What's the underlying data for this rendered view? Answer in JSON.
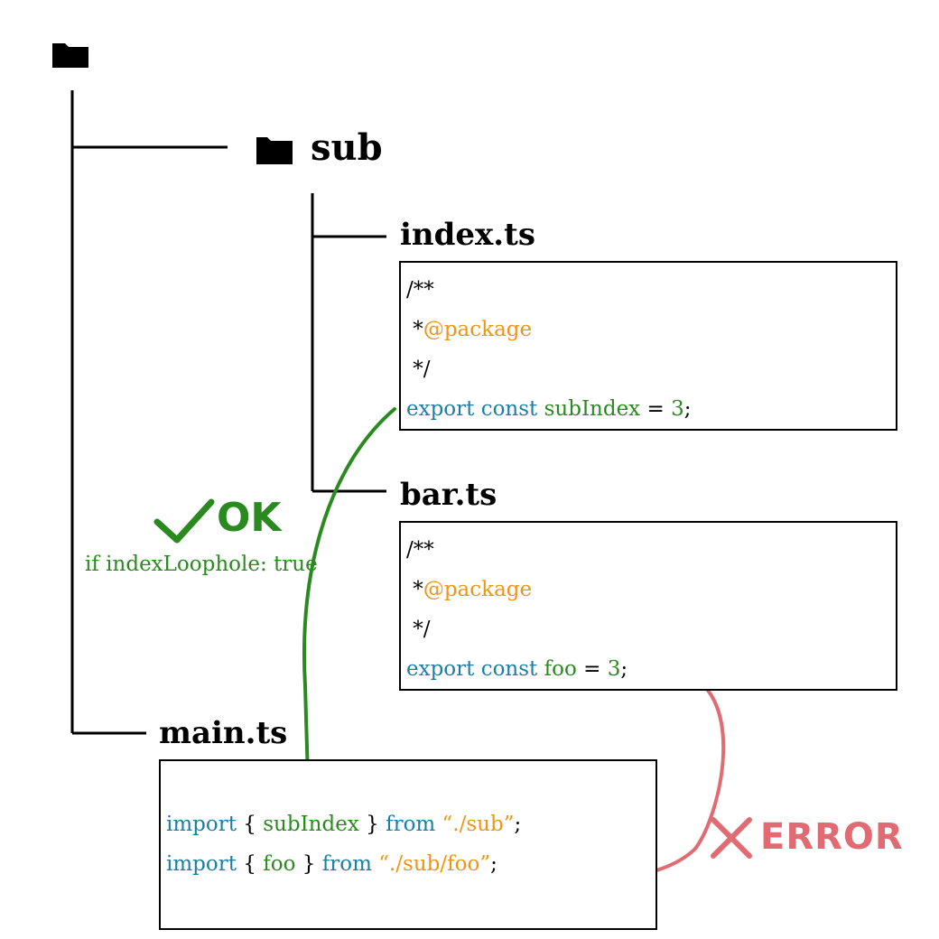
{
  "tree": {
    "root_icon": "folder-icon",
    "sub_folder": {
      "icon": "folder-icon",
      "name": "sub"
    },
    "files": {
      "index": {
        "name": "index.ts",
        "lines": [
          [
            {
              "t": "/**",
              "c": "plain"
            }
          ],
          [
            {
              "t": " *",
              "c": "plain"
            },
            {
              "t": "@package",
              "c": "tag"
            }
          ],
          [
            {
              "t": " */",
              "c": "plain"
            }
          ],
          [
            {
              "t": "export",
              "c": "key"
            },
            {
              "t": " ",
              "c": "plain"
            },
            {
              "t": "const",
              "c": "key"
            },
            {
              "t": " ",
              "c": "plain"
            },
            {
              "t": "subIndex",
              "c": "ident"
            },
            {
              "t": " = ",
              "c": "plain"
            },
            {
              "t": "3",
              "c": "num"
            },
            {
              "t": ";",
              "c": "plain"
            }
          ]
        ]
      },
      "bar": {
        "name": "bar.ts",
        "lines": [
          [
            {
              "t": "/**",
              "c": "plain"
            }
          ],
          [
            {
              "t": " *",
              "c": "plain"
            },
            {
              "t": "@package",
              "c": "tag"
            }
          ],
          [
            {
              "t": " */",
              "c": "plain"
            }
          ],
          [
            {
              "t": "export",
              "c": "key"
            },
            {
              "t": " ",
              "c": "plain"
            },
            {
              "t": "const",
              "c": "key"
            },
            {
              "t": " ",
              "c": "plain"
            },
            {
              "t": "foo",
              "c": "ident"
            },
            {
              "t": " = ",
              "c": "plain"
            },
            {
              "t": "3",
              "c": "num"
            },
            {
              "t": ";",
              "c": "plain"
            }
          ]
        ]
      },
      "main": {
        "name": "main.ts",
        "lines": [
          [
            {
              "t": "import",
              "c": "key"
            },
            {
              "t": " { ",
              "c": "plain"
            },
            {
              "t": "subIndex",
              "c": "ident"
            },
            {
              "t": " } ",
              "c": "plain"
            },
            {
              "t": "from",
              "c": "key"
            },
            {
              "t": " ",
              "c": "plain"
            },
            {
              "t": "“./sub”",
              "c": "str"
            },
            {
              "t": ";",
              "c": "plain"
            }
          ],
          [
            {
              "t": "import",
              "c": "key"
            },
            {
              "t": " { ",
              "c": "plain"
            },
            {
              "t": "foo",
              "c": "ident"
            },
            {
              "t": " } ",
              "c": "plain"
            },
            {
              "t": "from",
              "c": "key"
            },
            {
              "t": " ",
              "c": "plain"
            },
            {
              "t": "“./sub/foo”",
              "c": "str"
            },
            {
              "t": ";",
              "c": "plain"
            }
          ]
        ]
      }
    }
  },
  "annotations": {
    "ok": {
      "icon": "check-icon",
      "label": "OK",
      "note": "if indexLoophole: true",
      "color": "#2a8a1f"
    },
    "error": {
      "icon": "cross-icon",
      "label": "ERROR",
      "color": "#e06b72"
    }
  },
  "colors": {
    "keyword": "#1a7fa6",
    "identifier": "#2a8a1f",
    "string": "#f29411",
    "tag": "#f29411",
    "lines": "#000000"
  }
}
